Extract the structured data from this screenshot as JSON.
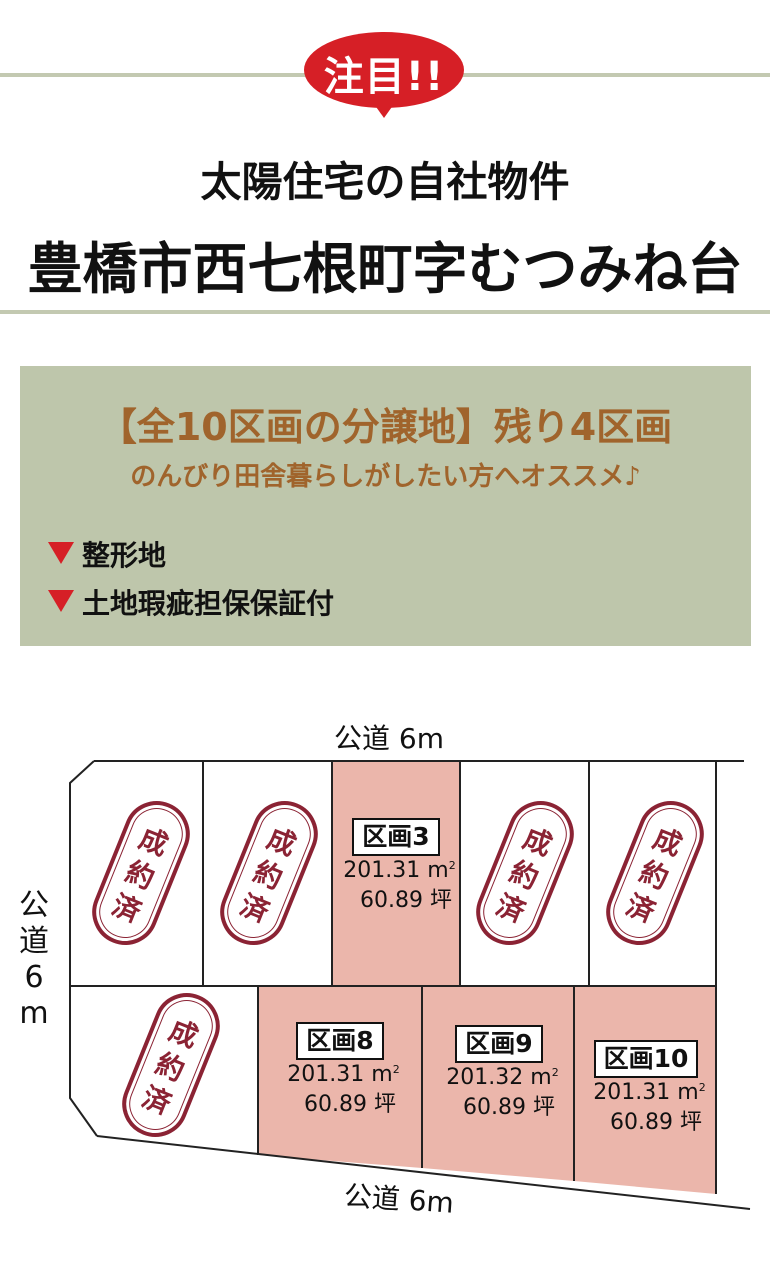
{
  "badge": {
    "text": "注目!!",
    "color": "#d61f26"
  },
  "header": {
    "title_line1": "太陽住宅の自社物件",
    "title_line2": "豊橋市西七根町字むつみね台"
  },
  "info": {
    "heading": "【全10区画の分譲地】残り4区画",
    "subheading": "のんびり田舎暮らしがしたい方へオススメ♪",
    "features": [
      "整形地",
      "土地瑕疵担保保証付"
    ],
    "accent_color": "#a0642c",
    "bullet_color": "#d61f26",
    "background": "#bec6ab"
  },
  "map": {
    "road_top": "公道 6m",
    "road_bottom": "公道 6m",
    "road_left": [
      "公",
      "道",
      "6",
      "m"
    ],
    "available_color": "#ebb6ab",
    "stamp_color": "#8b2334",
    "sold_stamp": [
      "成",
      "約",
      "済"
    ],
    "lots": {
      "lot3": {
        "label": "区画3",
        "area": "201.31 m",
        "tsubo": "60.89 坪"
      },
      "lot8": {
        "label": "区画8",
        "area": "201.31 m",
        "tsubo": "60.89 坪"
      },
      "lot9": {
        "label": "区画9",
        "area": "201.32 m",
        "tsubo": "60.89 坪"
      },
      "lot10": {
        "label": "区画10",
        "area": "201.31 m",
        "tsubo": "60.89 坪"
      }
    }
  }
}
